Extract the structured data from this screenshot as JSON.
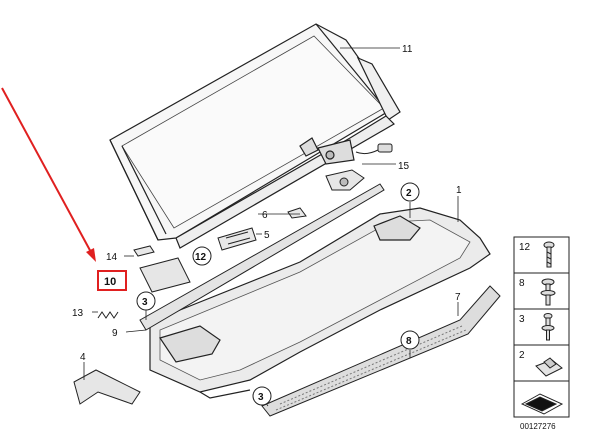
{
  "diagram": {
    "callouts": [
      "1",
      "2",
      "3",
      "4",
      "5",
      "6",
      "7",
      "8",
      "9",
      "10",
      "11",
      "12",
      "13",
      "14",
      "15"
    ],
    "highlighted_callout": "10",
    "highlight_color": "#e02020",
    "arrow_color": "#e02020",
    "circled_callouts": [
      "2",
      "12",
      "3",
      "8",
      "3"
    ]
  },
  "side_panel": {
    "items": [
      {
        "label": "12",
        "icon": "bolt-icon"
      },
      {
        "label": "8",
        "icon": "screw-icon"
      },
      {
        "label": "3",
        "icon": "screw-washer-icon"
      },
      {
        "label": "2",
        "icon": "clip-nut-icon"
      },
      {
        "label": "",
        "icon": "ramp-arrow-icon"
      }
    ]
  },
  "reference_number": "00127276"
}
